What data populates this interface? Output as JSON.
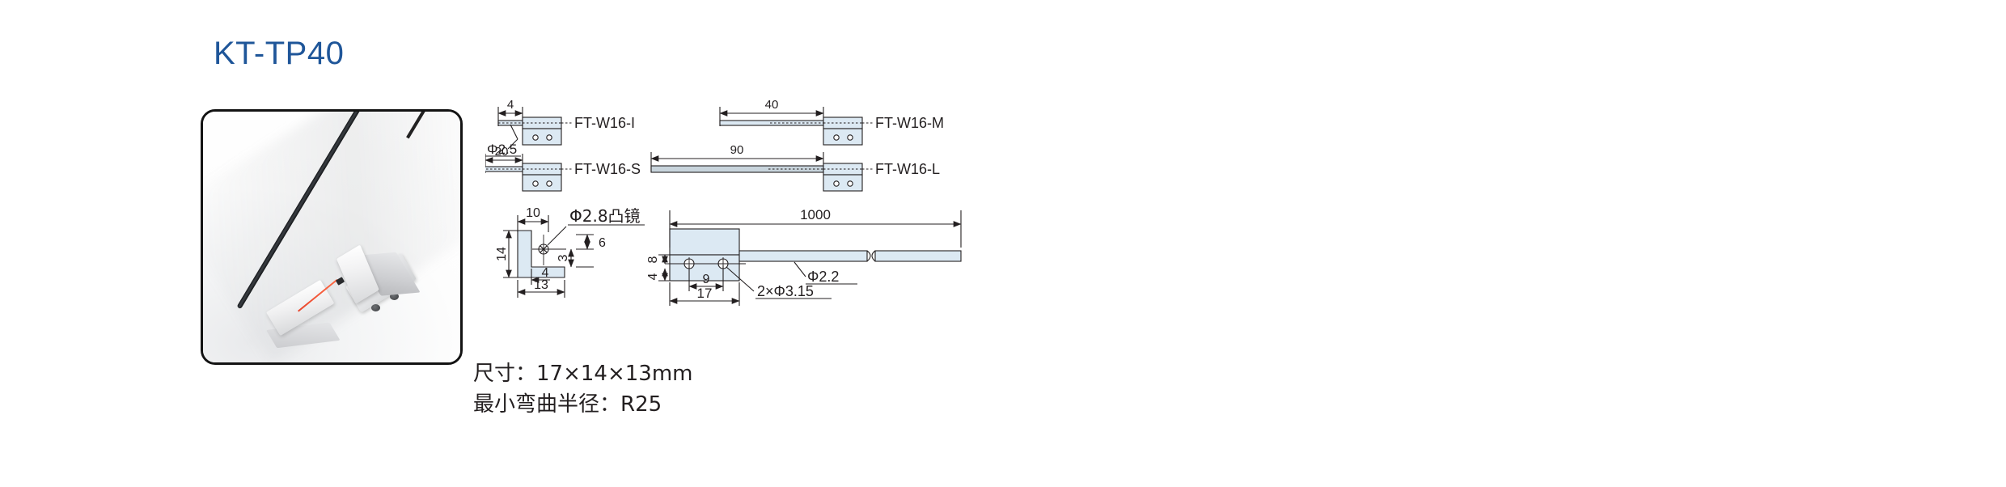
{
  "product": {
    "title": "KT-TP40",
    "title_color": "#1f5699"
  },
  "photo": {
    "alt_name": "fiber-optic-sensor-head-photo",
    "beam_color": "#e8462c",
    "cable_color": "#15171a"
  },
  "variants": [
    {
      "code": "FT-W16-I",
      "length": "4"
    },
    {
      "code": "FT-W16-M",
      "length": "40"
    },
    {
      "code": "FT-W16-S",
      "length": "20"
    },
    {
      "code": "FT-W16-L",
      "length": "90"
    }
  ],
  "callouts": {
    "fiber_dia": "Φ2.5",
    "lens": "Φ2.8凸镜",
    "cable_dia": "Φ2.2",
    "mount_holes": "2×Φ3.15",
    "cable_length": "1000"
  },
  "side_view_dims": {
    "width_top": "10",
    "height": "14",
    "notch": "4",
    "base_width": "13",
    "lens_from_top": "6",
    "lens_to_step": "3"
  },
  "front_view_dims": {
    "hole_from_top": "8",
    "hole_from_bottom": "4",
    "hole_pitch": "9",
    "body_width": "17"
  },
  "specs": {
    "dimension_line": "尺寸：17×14×13mm",
    "bend_radius_line": "最小弯曲半径：R25"
  },
  "colors": {
    "drawing_fill": "#dce9f3",
    "drawing_stroke": "#231f20",
    "panel_border": "#131313"
  }
}
